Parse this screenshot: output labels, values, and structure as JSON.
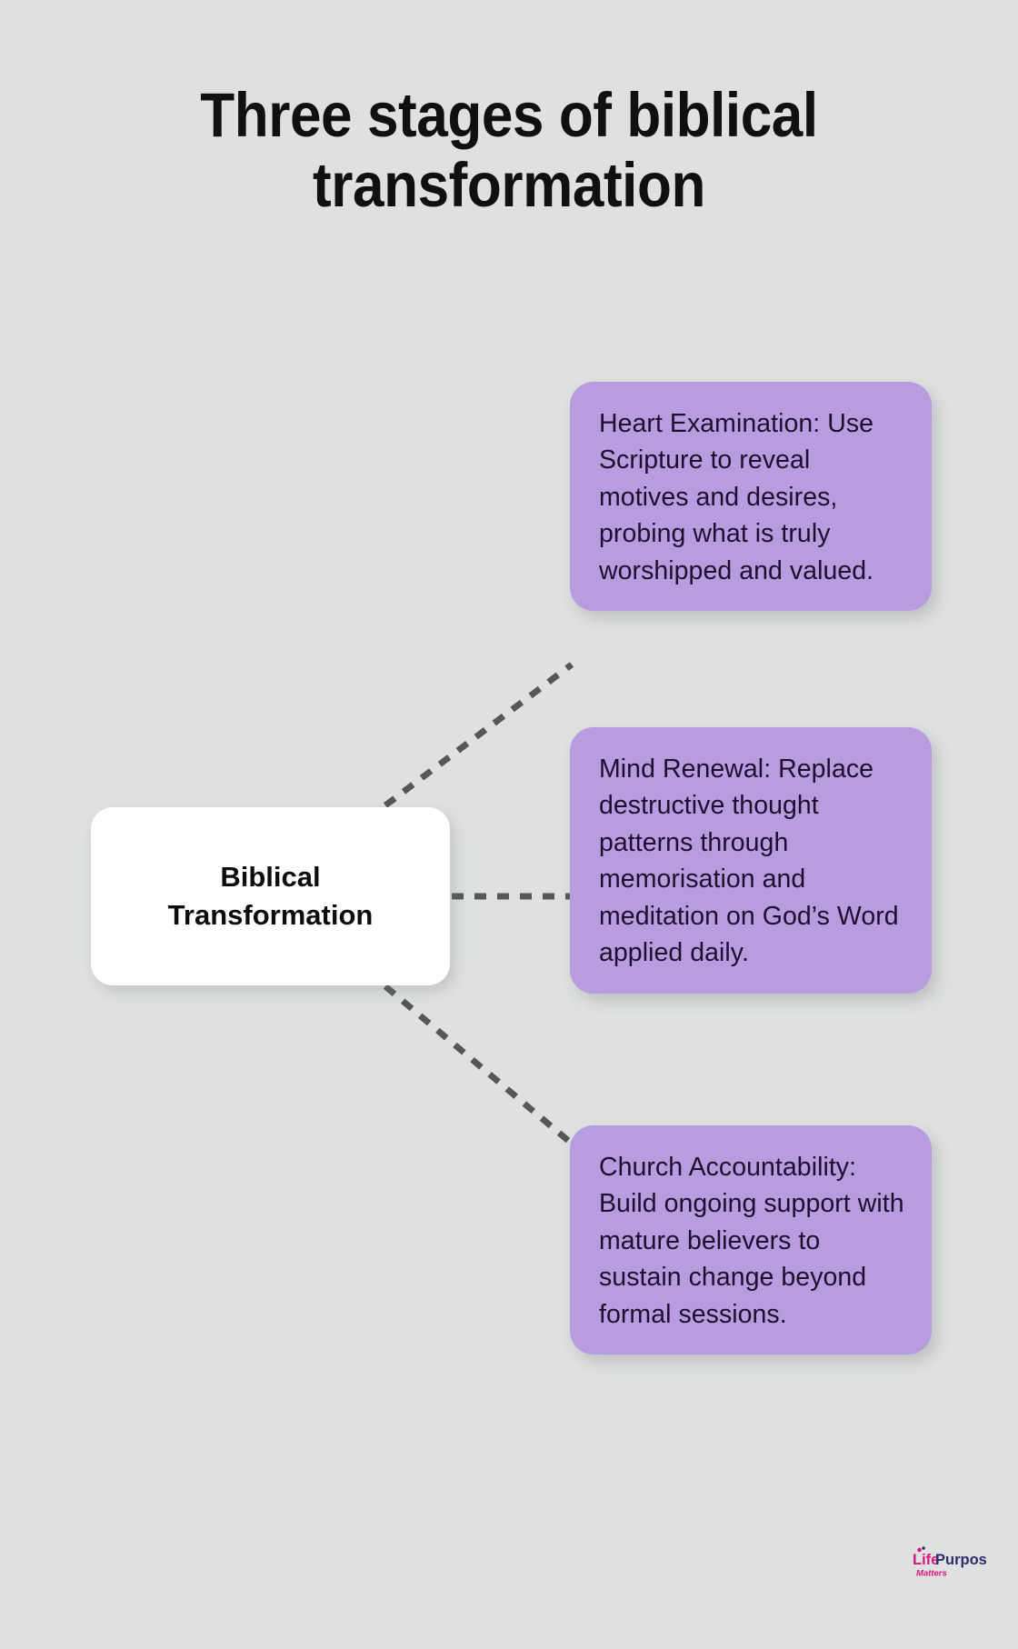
{
  "page": {
    "background_color": "#dee1e0",
    "title": "Three stages of biblical\ntransformation"
  },
  "center_node": {
    "label": "Biblical\nTransformation",
    "background_color": "#ffffff",
    "text_color": "#0d0d0d"
  },
  "cards": [
    {
      "id": "heart-examination",
      "heading": "Heart Examination:",
      "text": "Heart Examination: Use Scripture to reveal motives and desires, probing what is truly worshipped and valued.",
      "background_color": "#b79ce0",
      "text_color": "#1d0f2e"
    },
    {
      "id": "mind-renewal",
      "heading": "Mind Renewal:",
      "text": "Mind Renewal: Replace destructive thought patterns through memorisation and meditation on God’s Word applied daily.",
      "background_color": "#b79ce0",
      "text_color": "#1d0f2e"
    },
    {
      "id": "church-accountability",
      "heading": "Church Accountability:",
      "text": "Church Accountability: Build ongoing support with mature believers to sustain change beyond formal sessions.",
      "background_color": "#b79ce0",
      "text_color": "#1d0f2e"
    }
  ],
  "connectors": {
    "style": "dashed",
    "color": "#555759",
    "count": 3
  },
  "logo": {
    "word_one": "Life",
    "word_two": "Purpose",
    "tagline": "Matters",
    "word_one_color": "#d6187f",
    "word_two_color": "#2e2d6b",
    "tagline_color": "#d6187f",
    "arc_color_outer": "#2e2d6b",
    "arc_color_inner": "#d6187f"
  }
}
